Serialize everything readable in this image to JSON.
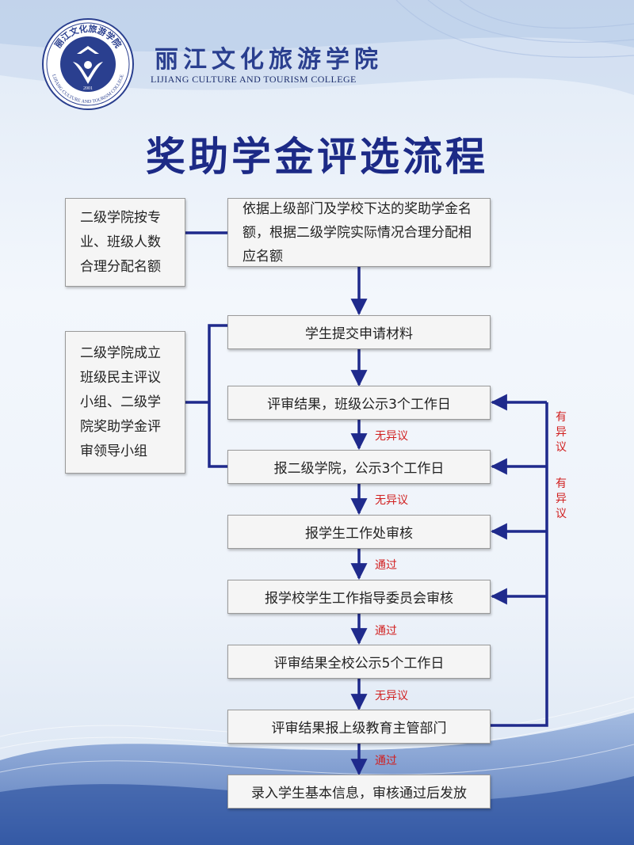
{
  "header": {
    "logo": {
      "ring_text": "丽江文化旅游学院",
      "ring_text_en": "LIJIANG CULTURE AND TOURISM COLLEGE",
      "year": "2001"
    },
    "school_name_cn": "丽江文化旅游学院",
    "school_name_en": "LIJIANG CULTURE AND TOURISM COLLEGE"
  },
  "title": "奖助学金评选流程",
  "side_boxes": {
    "allocation": "二级学院按专业、班级人数合理分配名额",
    "committee": "二级学院成立班级民主评议小组、二级学院奖助学金评审领导小组"
  },
  "steps": [
    "依据上级部门及学校下达的奖助学金名额，根据二级学院实际情况合理分配相应名额",
    "学生提交申请材料",
    "评审结果，班级公示3个工作日",
    "报二级学院，公示3个工作日",
    "报学生工作处审核",
    "报学校学生工作指导委员会审核",
    "评审结果全校公示5个工作日",
    "评审结果报上级教育主管部门",
    "录入学生基本信息，审核通过后发放"
  ],
  "transitions": [
    "无异议",
    "无异议",
    "通过",
    "通过",
    "无异议",
    "通过"
  ],
  "objection_labels": [
    "有异议",
    "有异议"
  ],
  "colors": {
    "title": "#1c2a86",
    "connector": "#1f2a8c",
    "label_red": "#d11f1f",
    "box_fill": "#f5f5f5"
  }
}
